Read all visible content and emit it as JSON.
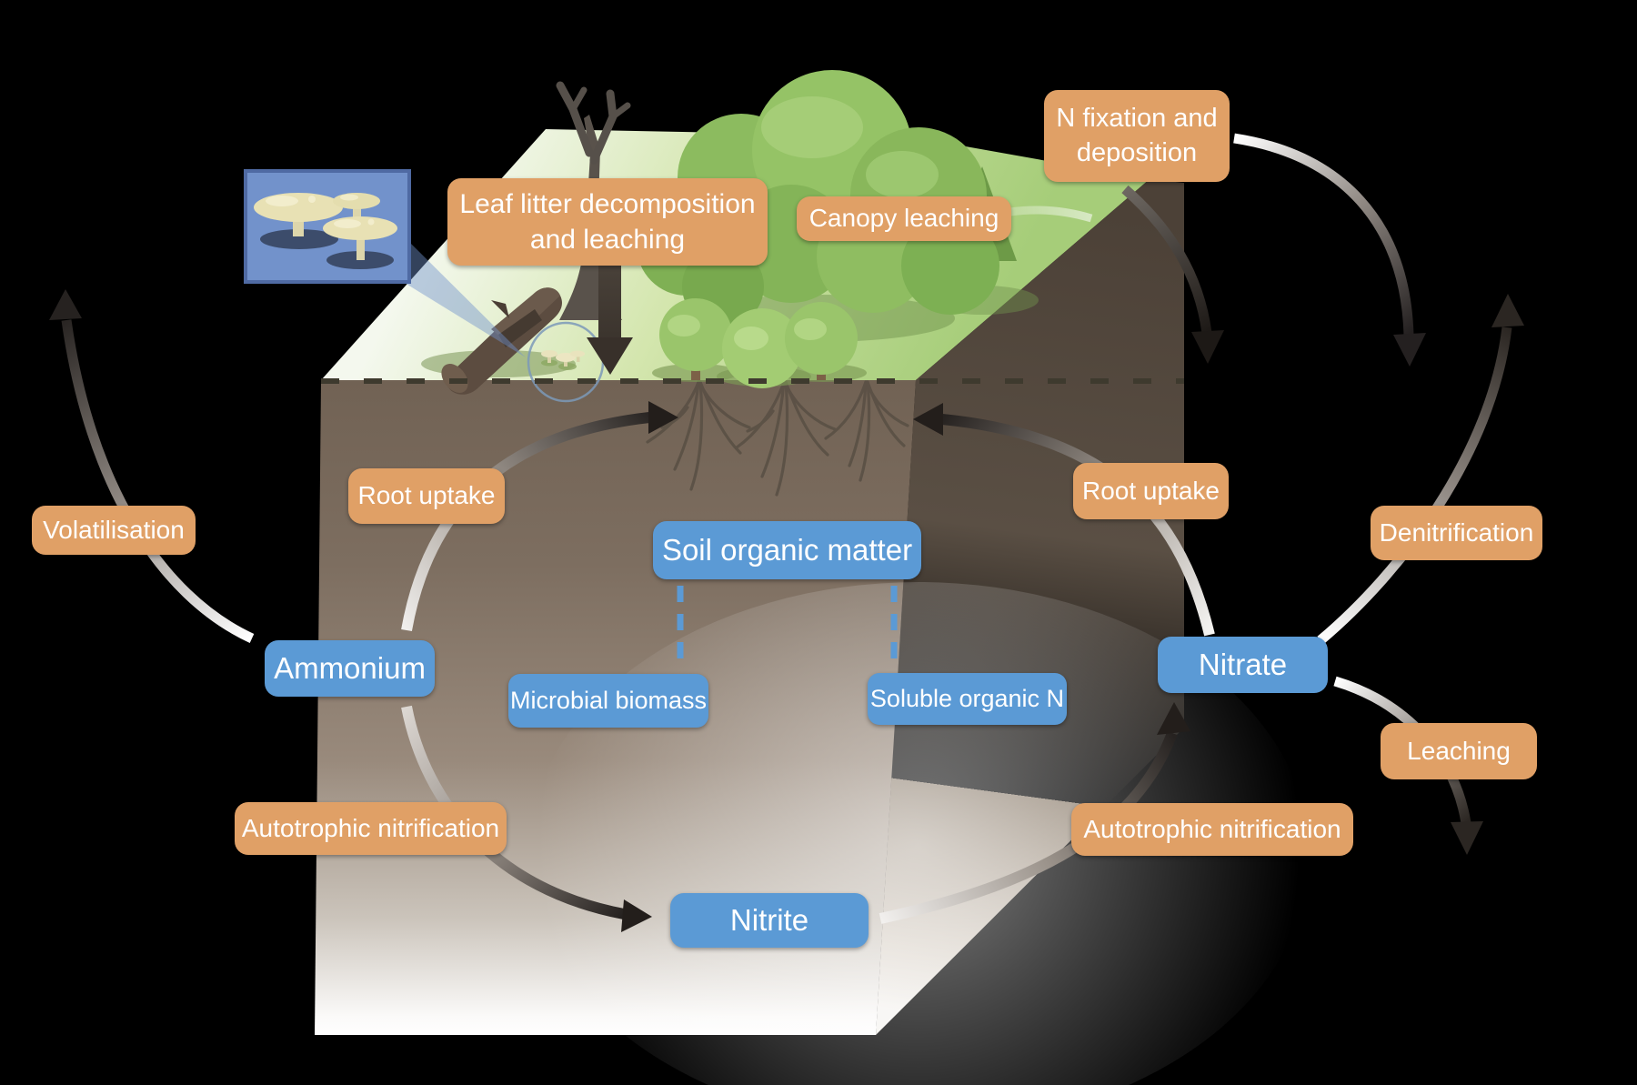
{
  "figure": {
    "background": "#000000",
    "subject": "soil nitrogen cycle block diagram"
  },
  "colors": {
    "process_box": "#E0A066",
    "pool_box": "#5B9AD5",
    "box_text": "#FFFFFF",
    "inset_fill": "#7292CB",
    "inset_border": "#4F6AA3",
    "grass_light": "#F2F7E9",
    "grass_green": "#A9CF7C",
    "soil_front": "#7D6E60",
    "soil_right_dark": "#4C4137",
    "arrow_dark": "#231E1B"
  },
  "processes": {
    "volatilisation": "Volatilisation",
    "leaf_litter": "Leaf litter decomposition\nand leaching",
    "canopy_leaching": "Canopy leaching",
    "n_fixation": "N fixation and\ndeposition",
    "root_uptake_left": "Root uptake",
    "root_uptake_right": "Root uptake",
    "denitrification": "Denitrification",
    "leaching": "Leaching",
    "autotrophic_left": "Autotrophic nitrification",
    "autotrophic_right": "Autotrophic nitrification"
  },
  "pools": {
    "soil_organic_matter": "Soil organic matter",
    "ammonium": "Ammonium",
    "microbial_biomass": "Microbial biomass",
    "soluble_organic_n": "Soluble organic N",
    "nitrate": "Nitrate",
    "nitrite": "Nitrite"
  }
}
